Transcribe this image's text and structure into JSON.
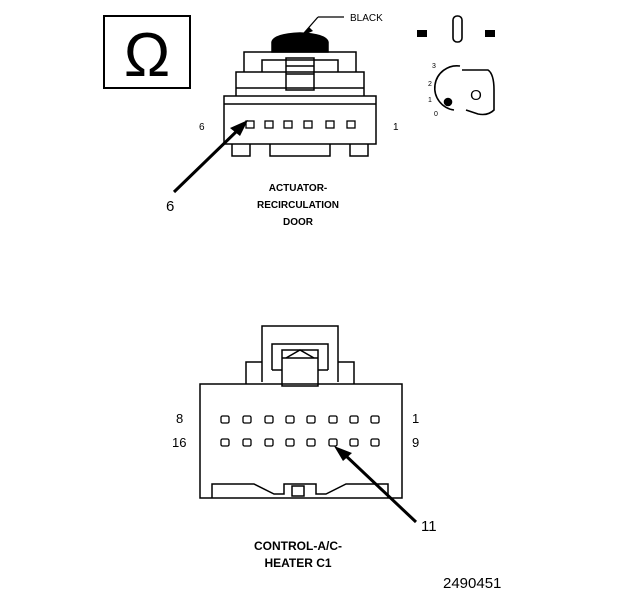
{
  "top_connector": {
    "color_label": "BLACK",
    "pin_first": "1",
    "pin_last": "6",
    "callout_pin": "6",
    "name_lines": [
      "ACTUATOR-",
      "RECIRCULATION",
      "DOOR"
    ],
    "key_icon_numbers": [
      "3",
      "2",
      "1",
      "0"
    ]
  },
  "bottom_connector": {
    "row1_first": "8",
    "row1_last": "1",
    "row2_first": "16",
    "row2_last": "9",
    "callout_pin": "11",
    "name_lines": [
      "CONTROL-A/C-",
      "HEATER C1"
    ]
  },
  "figure_number": "2490451",
  "icons": {
    "ohm_symbol": "Ω",
    "key_letter": "O"
  },
  "colors": {
    "line": "#000000",
    "background": "#ffffff"
  }
}
